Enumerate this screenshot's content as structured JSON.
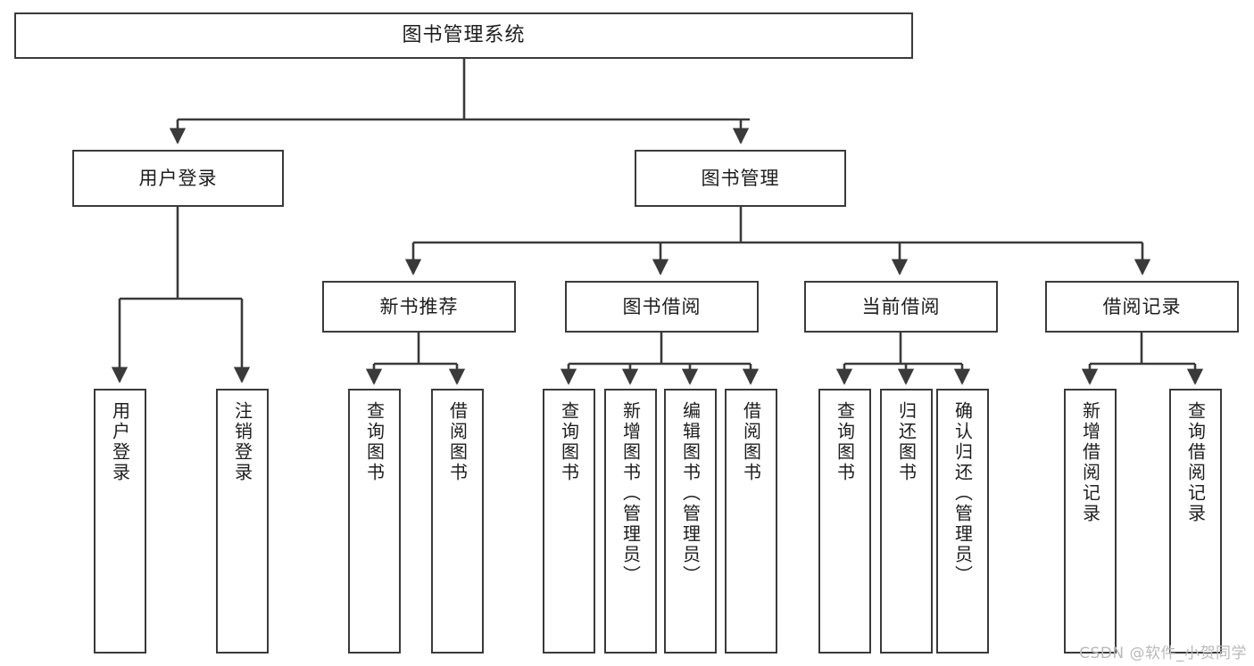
{
  "diagram": {
    "type": "tree",
    "title": "图书管理系统",
    "orientation": "top-down",
    "colors": {
      "box_border": "#3a3a3a",
      "box_fill": "#ffffff",
      "connector": "#3a3a3a",
      "text": "#1d1d1d",
      "watermark": "#b9b9b9",
      "background": "#ffffff"
    },
    "root": {
      "label": "图书管理系统"
    },
    "level1": [
      {
        "label": "用户登录"
      },
      {
        "label": "图书管理"
      }
    ],
    "level2": [
      {
        "label": "新书推荐"
      },
      {
        "label": "图书借阅"
      },
      {
        "label": "当前借阅"
      },
      {
        "label": "借阅记录"
      }
    ],
    "leaves": {
      "user_login": [
        {
          "label": "用户登录"
        },
        {
          "label": "注销登录"
        }
      ],
      "new_book_recommend": [
        {
          "label": "查询图书"
        },
        {
          "label": "借阅图书"
        }
      ],
      "book_borrow": [
        {
          "label": "查询图书"
        },
        {
          "label": "新增图书（管理员）"
        },
        {
          "label": "编辑图书（管理员）"
        },
        {
          "label": "借阅图书"
        }
      ],
      "current_borrow": [
        {
          "label": "查询图书"
        },
        {
          "label": "归还图书"
        },
        {
          "label": "确认归还（管理员）"
        }
      ],
      "borrow_record": [
        {
          "label": "新增借阅记录"
        },
        {
          "label": "查询借阅记录"
        }
      ]
    }
  },
  "watermark": {
    "text": "CSDN @软件_小贺同学"
  }
}
